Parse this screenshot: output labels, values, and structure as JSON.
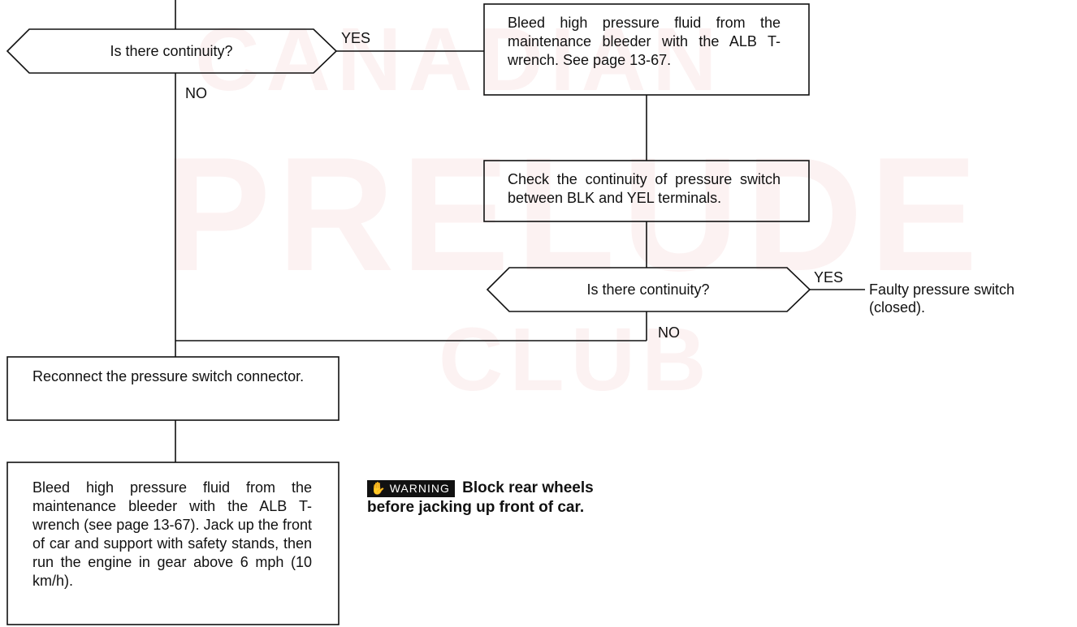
{
  "watermark": {
    "line1": "CANADIAN",
    "line2": "PRELUDE",
    "line3": "CLUB"
  },
  "steps": {
    "q1": "Is there continuity?",
    "bleed_top": "Bleed high pressure fluid from the maintenance bleeder with the ALB T-wrench. See page 13-67.",
    "check_switch": "Check the continuity of pressure switch between BLK and YEL terminals.",
    "q2": "Is there continuity?",
    "result_faulty": "Faulty pressure switch (closed).",
    "reconnect": "Reconnect the pressure switch connector.",
    "bleed_bottom": "Bleed high pressure fluid from the maintenance bleeder with the ALB T-wrench (see page 13-67). Jack up the front of car and support with safety stands, then run the engine in gear above 6 mph (10 km/h)."
  },
  "labels": {
    "yes1": "YES",
    "no1": "NO",
    "yes2": "YES",
    "no2": "NO"
  },
  "warning": {
    "icon": "hand-icon",
    "badge": "WARNING",
    "text": "Block rear wheels before jacking up front of car."
  },
  "colors": {
    "line": "#111111",
    "watermark": "#c82828"
  }
}
